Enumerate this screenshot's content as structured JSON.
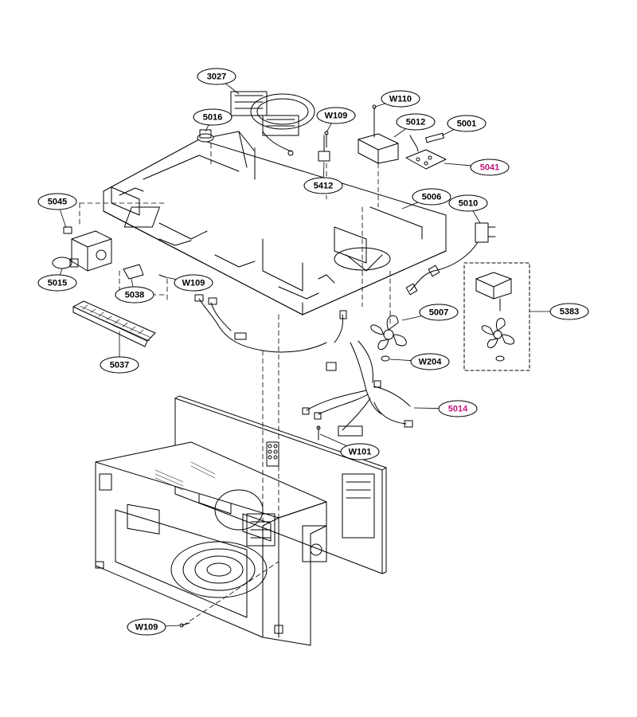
{
  "diagram": {
    "callouts": [
      {
        "id": "3027",
        "text": "3027",
        "highlight": false
      },
      {
        "id": "5016",
        "text": "5016",
        "highlight": false
      },
      {
        "id": "w109-top",
        "text": "W109",
        "highlight": false
      },
      {
        "id": "w110",
        "text": "W110",
        "highlight": false
      },
      {
        "id": "5012",
        "text": "5012",
        "highlight": false
      },
      {
        "id": "5001",
        "text": "5001",
        "highlight": false
      },
      {
        "id": "5041",
        "text": "5041",
        "highlight": true
      },
      {
        "id": "5412",
        "text": "5412",
        "highlight": false
      },
      {
        "id": "5006",
        "text": "5006",
        "highlight": false
      },
      {
        "id": "5010",
        "text": "5010",
        "highlight": false
      },
      {
        "id": "5045",
        "text": "5045",
        "highlight": false
      },
      {
        "id": "5015",
        "text": "5015",
        "highlight": false
      },
      {
        "id": "5038",
        "text": "5038",
        "highlight": false
      },
      {
        "id": "w109-mid",
        "text": "W109",
        "highlight": false
      },
      {
        "id": "5007",
        "text": "5007",
        "highlight": false
      },
      {
        "id": "5383",
        "text": "5383",
        "highlight": false
      },
      {
        "id": "w204",
        "text": "W204",
        "highlight": false
      },
      {
        "id": "5037",
        "text": "5037",
        "highlight": false
      },
      {
        "id": "5014",
        "text": "5014",
        "highlight": true
      },
      {
        "id": "w101",
        "text": "W101",
        "highlight": false
      },
      {
        "id": "w109-bottom",
        "text": "W109",
        "highlight": false
      }
    ],
    "colors": {
      "line": "#000000",
      "callout_text": "#000000",
      "highlight_text": "#c0187a",
      "background": "#ffffff"
    }
  }
}
